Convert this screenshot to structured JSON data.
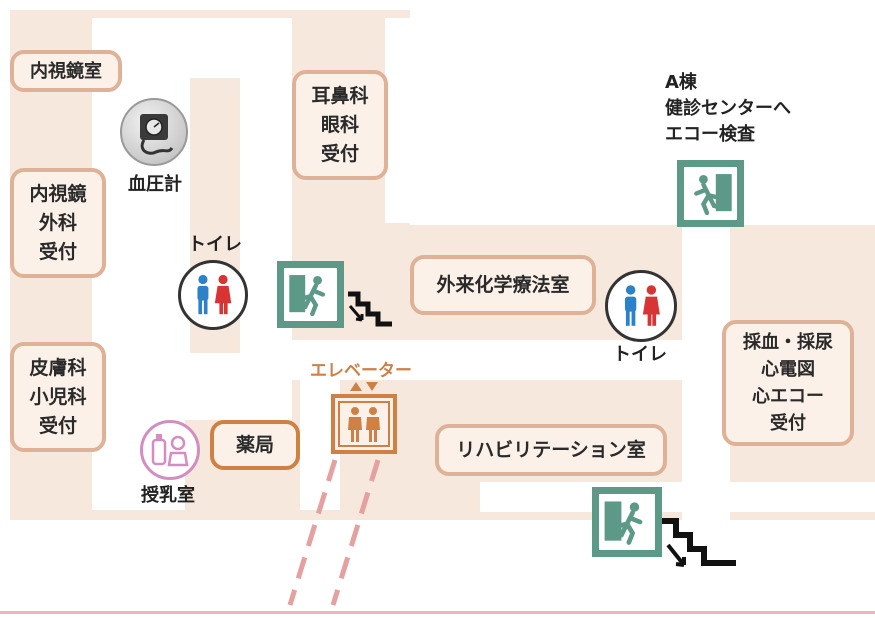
{
  "rooms": {
    "endoscopy_room": "内視鏡室",
    "ent_eye_reception": "耳鼻科\n眼科\n受付",
    "endoscopy_surgery_reception": "内視鏡\n外科\n受付",
    "dermatology_pediatrics_reception": "皮膚科\n小児科\n受付",
    "outpatient_chemo": "外来化学療法室",
    "blood_urine_ecg_reception": "採血・採尿\n心電図\n心エコー\n受付",
    "pharmacy": "薬局",
    "rehabilitation": "リハビリテーション室"
  },
  "labels": {
    "blood_pressure_monitor": "血圧計",
    "toilet_left": "トイレ",
    "toilet_right": "トイレ",
    "nursing_room": "授乳室",
    "elevator": "エレベーター",
    "a_building_direction": "A棟\n健診センターへ\nエコー検査"
  },
  "icons": {
    "exit": "emergency-exit-icon",
    "stairs": "stairs-down-icon",
    "toilet": "restroom-icon",
    "elevator": "elevator-icon",
    "blood_pressure": "blood-pressure-monitor-icon",
    "nursing": "baby-bottle-icon"
  },
  "colors": {
    "floor": "#f6e8dc",
    "room_border": "#dfb196",
    "accent_orange": "#cf8044",
    "exit_green": "#5c9987",
    "male_blue": "#2c82c9",
    "female_red": "#d93434",
    "nursing_pink": "#d48dc0",
    "path_dashes": "#e5a0a0"
  }
}
